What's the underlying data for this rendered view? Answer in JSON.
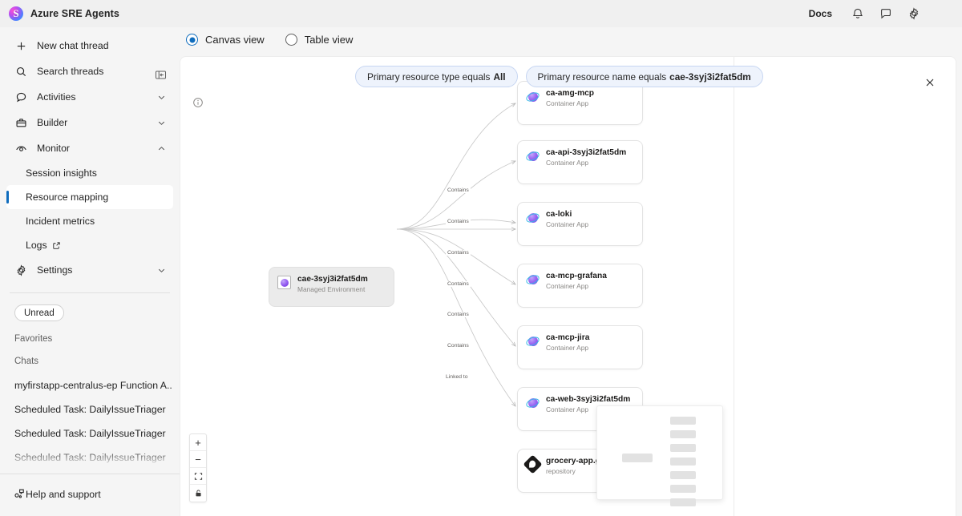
{
  "app": {
    "title": "Azure SRE Agents",
    "logo_icon": "azure-sre-logo-icon"
  },
  "topbar": {
    "docs_label": "Docs",
    "icons": [
      {
        "name": "bell-icon",
        "glyph": "notifications"
      },
      {
        "name": "chat-icon",
        "glyph": "feedback"
      },
      {
        "name": "gear-icon",
        "glyph": "settings"
      }
    ]
  },
  "sidebar": {
    "new_chat_label": "New chat thread",
    "search_label": "Search threads",
    "collapse_icon": "panel-collapse-icon",
    "sections": [
      {
        "label": "Activities",
        "icon": "chat-bubble-icon",
        "expanded": false
      },
      {
        "label": "Builder",
        "icon": "briefcase-icon",
        "expanded": false
      },
      {
        "label": "Monitor",
        "icon": "eye-icon",
        "expanded": true
      },
      {
        "label": "Settings",
        "icon": "gear-icon",
        "expanded": false
      }
    ],
    "monitor_items": [
      {
        "label": "Session insights",
        "active": false,
        "external": false
      },
      {
        "label": "Resource mapping",
        "active": true,
        "external": false
      },
      {
        "label": "Incident metrics",
        "active": false,
        "external": false
      },
      {
        "label": "Logs",
        "active": false,
        "external": true
      }
    ],
    "unread_chip": "Unread",
    "favorites_label": "Favorites",
    "chats_label": "Chats",
    "chats": [
      "myfirstapp-centralus-ep Function A...",
      "Scheduled Task: DailyIssueTriager",
      "Scheduled Task: DailyIssueTriager",
      "Scheduled Task: DailyIssueTriager"
    ],
    "help_label": "Help and support",
    "help_icon": "help-support-icon",
    "active_accent": "#0f6cbd"
  },
  "view_toggle": {
    "options": [
      {
        "label": "Canvas view",
        "selected": true
      },
      {
        "label": "Table view",
        "selected": false
      }
    ]
  },
  "canvas": {
    "info_icon": "info-icon",
    "close_icon": "close-icon",
    "filters": [
      {
        "prefix": "Primary resource type equals",
        "value": "All"
      },
      {
        "prefix": "Primary resource name equals",
        "value": "cae-3syj3i2fat5dm"
      }
    ],
    "root_node": {
      "title": "cae-3syj3i2fat5dm",
      "subtitle": "Managed Environment",
      "icon": "managed-environment-icon"
    },
    "nodes": [
      {
        "title": "ca-amg-mcp",
        "subtitle": "Container App",
        "icon": "container-app-icon",
        "edge_label": "Contains"
      },
      {
        "title": "ca-api-3syj3i2fat5dm",
        "subtitle": "Container App",
        "icon": "container-app-icon",
        "edge_label": "Contains"
      },
      {
        "title": "ca-loki",
        "subtitle": "Container App",
        "icon": "container-app-icon",
        "edge_label": "Contains"
      },
      {
        "title": "ca-mcp-grafana",
        "subtitle": "Container App",
        "icon": "container-app-icon",
        "edge_label": "Contains"
      },
      {
        "title": "ca-mcp-jira",
        "subtitle": "Container App",
        "icon": "container-app-icon",
        "edge_label": "Contains"
      },
      {
        "title": "ca-web-3syj3i2fat5dm",
        "subtitle": "Container App",
        "icon": "container-app-icon",
        "edge_label": "Contains"
      },
      {
        "title": "grocery-app.git",
        "subtitle": "repository",
        "icon": "repository-icon",
        "edge_label": "Linked to"
      }
    ],
    "zoom_controls": [
      {
        "name": "zoom-in-button",
        "glyph": "+"
      },
      {
        "name": "zoom-out-button",
        "glyph": "−"
      },
      {
        "name": "fit-view-button",
        "glyph": "fit"
      },
      {
        "name": "lock-button",
        "glyph": "lock"
      }
    ]
  }
}
